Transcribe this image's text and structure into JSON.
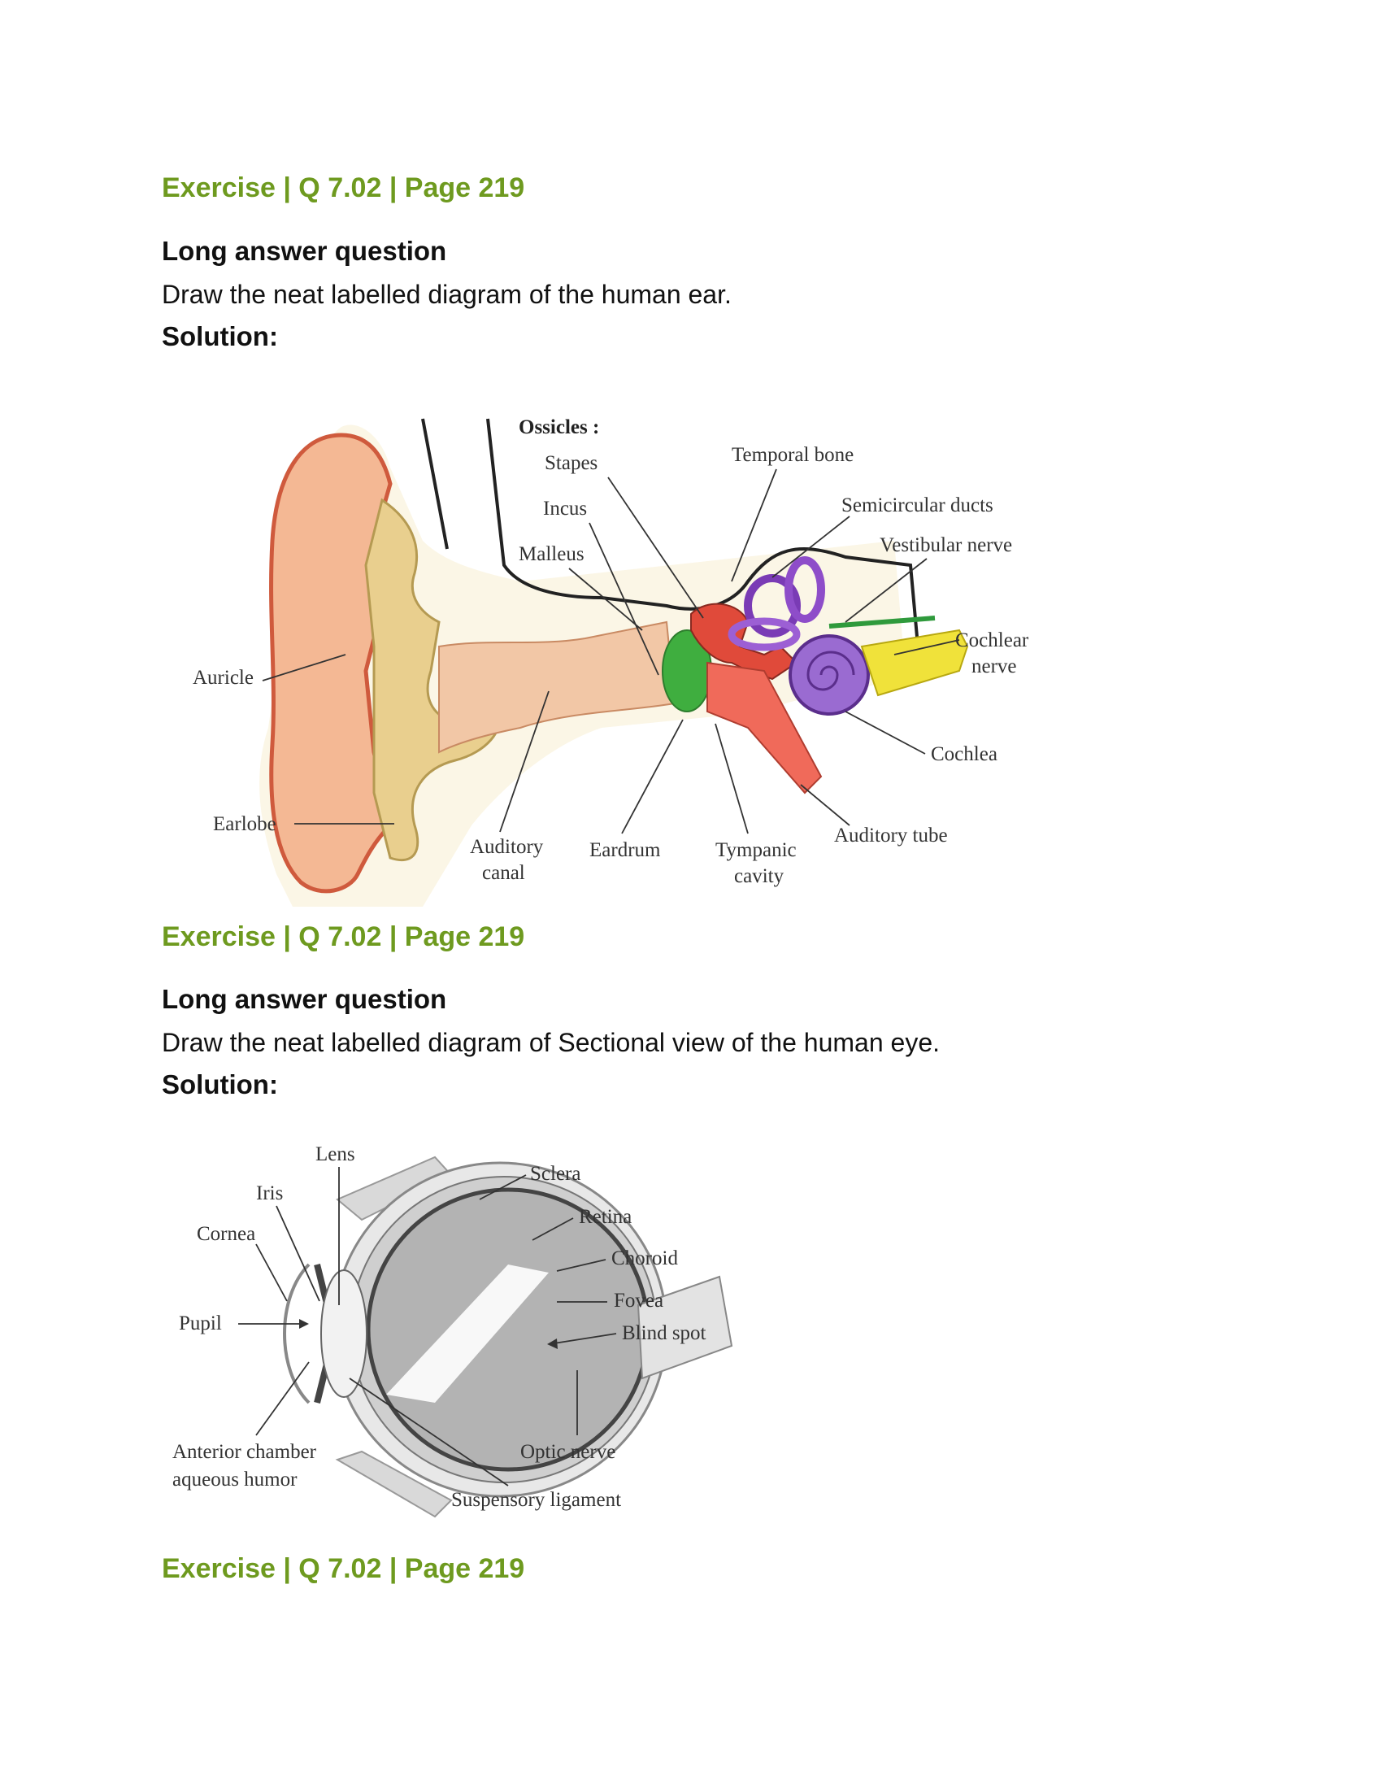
{
  "sections": [
    {
      "reference": "Exercise | Q 7.02 | Page 219",
      "question_type": "Long answer question",
      "question": "Draw the neat labelled diagram of the human ear.",
      "solution_label": "Solution:",
      "diagram_labels": {
        "ossicles": "Ossicles :",
        "stapes": "Stapes",
        "incus": "Incus",
        "malleus": "Malleus",
        "temporal_bone": "Temporal bone",
        "semicircular_ducts": "Semicircular ducts",
        "vestibular_nerve": "Vestibular nerve",
        "cochlear_nerve_1": "Cochlear",
        "cochlear_nerve_2": "nerve",
        "auricle": "Auricle",
        "cochlea": "Cochlea",
        "earlobe": "Earlobe",
        "auditory_canal_1": "Auditory",
        "auditory_canal_2": "canal",
        "eardrum": "Eardrum",
        "tympanic_cavity_1": "Tympanic",
        "tympanic_cavity_2": "cavity",
        "auditory_tube": "Auditory tube"
      }
    },
    {
      "reference": "Exercise | Q 7.02 | Page 219",
      "question_type": "Long answer question",
      "question": "Draw the neat labelled diagram of Sectional view of the human eye.",
      "solution_label": "Solution:",
      "diagram_labels": {
        "lens": "Lens",
        "iris": "Iris",
        "cornea": "Cornea",
        "pupil": "Pupil",
        "sclera": "Sclera",
        "retina": "Retina",
        "choroid": "Choroid",
        "fovea": "Fovea",
        "blind_spot": "Blind spot",
        "anterior_chamber_1": "Anterior chamber",
        "anterior_chamber_2": "aqueous humor",
        "optic_nerve": "Optic nerve",
        "suspensory_ligament": "Suspensory ligament"
      }
    },
    {
      "reference": "Exercise | Q 7.02 | Page 219"
    }
  ]
}
